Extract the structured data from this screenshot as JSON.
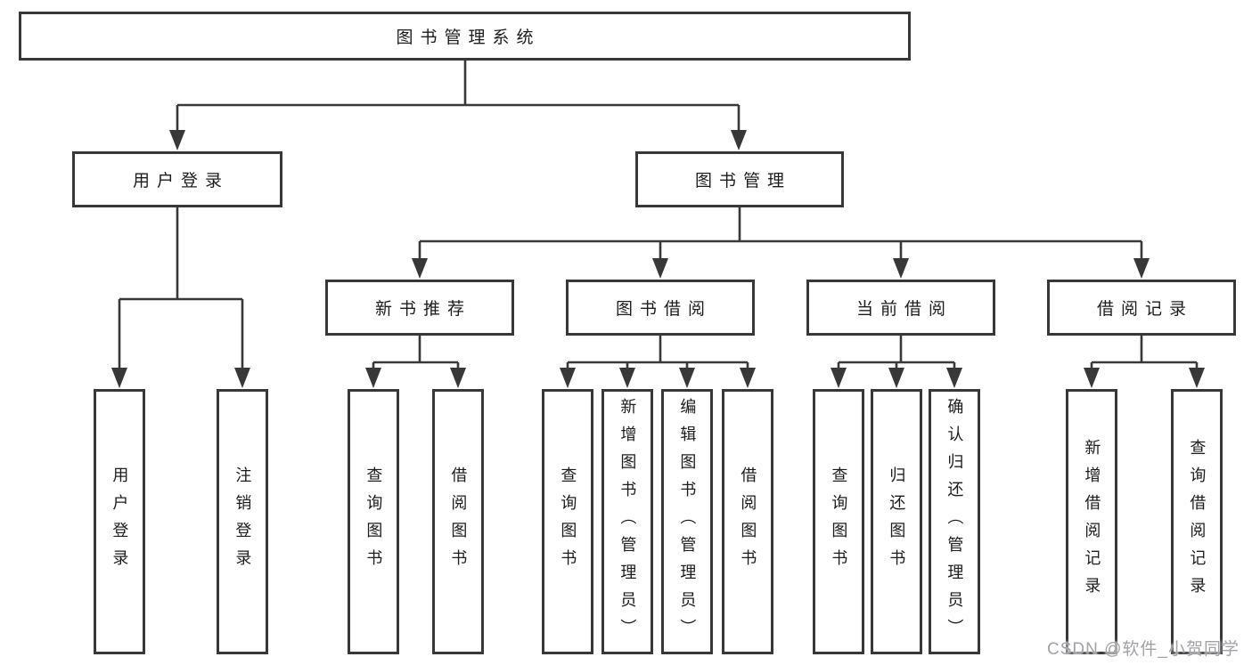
{
  "tree": {
    "root": "图书管理系统",
    "children": [
      {
        "label": "用户登录",
        "children": [
          "用户登录",
          "注销登录"
        ]
      },
      {
        "label": "图书管理",
        "children": [
          {
            "label": "新书推荐",
            "children": [
              "查询图书",
              "借阅图书"
            ]
          },
          {
            "label": "图书借阅",
            "children": [
              "查询图书",
              "新增图书（管理员）",
              "编辑图书（管理员）",
              "借阅图书"
            ]
          },
          {
            "label": "当前借阅",
            "children": [
              "查询图书",
              "归还图书",
              "确认归还（管理员）"
            ]
          },
          {
            "label": "借阅记录",
            "children": [
              "新增借阅记录",
              "查询借阅记录"
            ]
          }
        ]
      }
    ]
  },
  "watermark": "CSDN @软件_小贺同学",
  "colors": {
    "line": "#383838",
    "box_border": "#383838",
    "box_background": "#ffffff",
    "text": "#1c1c1c",
    "watermark": "#a2a2a6",
    "background": "#ffffff"
  }
}
